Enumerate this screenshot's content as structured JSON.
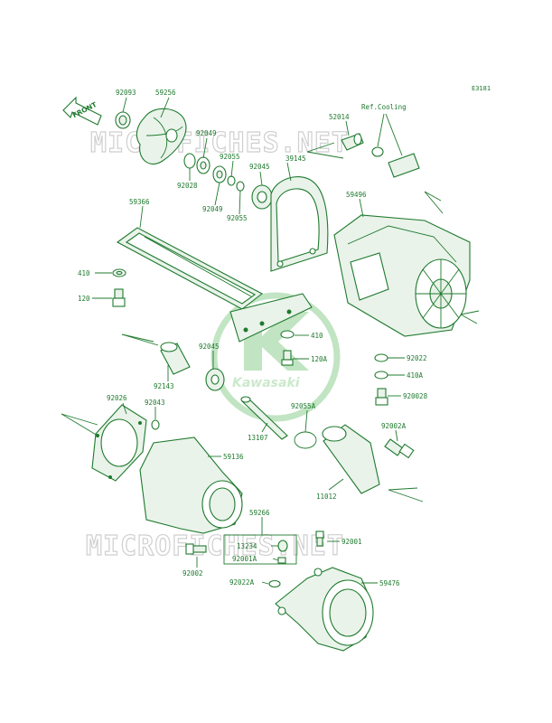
{
  "diagram_code": "E3181",
  "watermark_text": "MICROFICHES.NET",
  "logo_text": "Kawasaki",
  "front_label": "FRONT",
  "reference_label": "Ref.Cooling",
  "labels": {
    "p92093": "92093",
    "p59256": "59256",
    "p92049a": "92049",
    "p92049b": "92049",
    "p92028": "92028",
    "p92055a": "92055",
    "p92055b": "92055",
    "p92045a": "92045",
    "p39145": "39145",
    "p52014": "52014",
    "p59496": "59496",
    "p59366": "59366",
    "p410": "410",
    "p120": "120",
    "p410b": "410",
    "p120a": "120A",
    "p92045b": "92045",
    "p92022": "92022",
    "p410a": "410A",
    "p920028": "920028",
    "p92143": "92143",
    "p92026": "92026",
    "p92043": "92043",
    "p92055a2": "92055A",
    "p13107": "13107",
    "p92002a": "92002A",
    "p59136": "59136",
    "p11012": "11012",
    "p59266": "59266",
    "p13234": "13234",
    "p92001a": "92001A",
    "p92001": "92001",
    "p92002": "92002",
    "p92022a": "92022A",
    "p59476": "59476"
  },
  "colors": {
    "line": "#1f7a2e",
    "fill": "#e9f3ea",
    "watermark": "#cfcfcf"
  }
}
